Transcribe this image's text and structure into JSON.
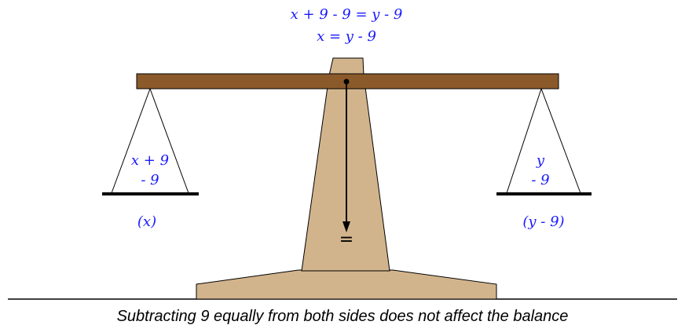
{
  "equations": {
    "top_line1": "x + 9 - 9 = y - 9",
    "top_line2": "x = y - 9"
  },
  "left_pan": {
    "line1": "x + 9",
    "line2": "- 9",
    "result": "(x)"
  },
  "right_pan": {
    "line1": "y",
    "line2": "- 9",
    "result": "(y - 9)"
  },
  "balance_indicator": "=",
  "caption": "Subtracting 9 equally from both sides does not affect the balance",
  "colors": {
    "beam": "#8b5a2b",
    "stand": "#d2b48c",
    "equation_text": "#1a1aff"
  }
}
